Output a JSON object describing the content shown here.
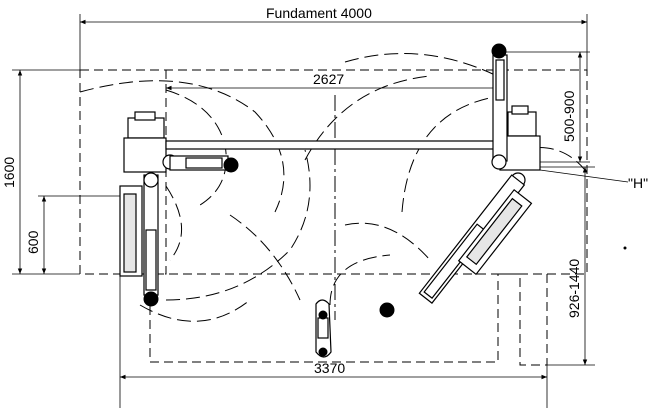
{
  "dimensions": {
    "foundation_width": "Fundament 4000",
    "post_spacing": "2627",
    "arm_reach_top": "500-900",
    "depth": "1600",
    "short_arm": "600",
    "long_arm": "926-1440",
    "overall_width": "3370",
    "point_marker": "\"H\""
  }
}
